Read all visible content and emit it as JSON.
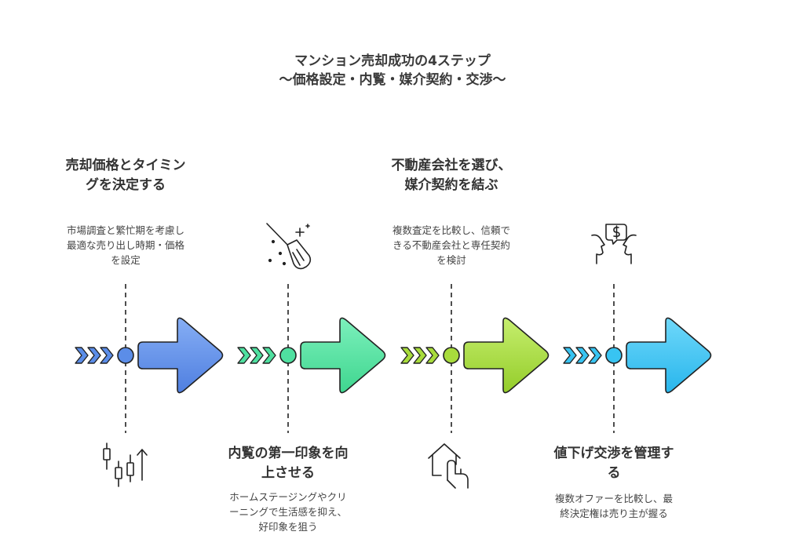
{
  "title": {
    "line1": "マンション売却成功の4ステップ",
    "line2": "〜価格設定・内覧・媒介契約・交渉〜"
  },
  "steps": [
    {
      "title": "売却価格とタイミングを決定する",
      "desc": "市場調査と繁忙期を考慮し最適な売り出し時期・価格を設定",
      "color": "#5b8de8",
      "icon": "candlestick-chart-icon"
    },
    {
      "title": "内覧の第一印象を向上させる",
      "desc": "ホームステージングやクリーニングで生活感を抑え、好印象を狙う",
      "color": "#4fe0a0",
      "icon": "broom-sparkle-icon"
    },
    {
      "title": "不動産会社を選び、媒介契約を結ぶ",
      "desc": "複数査定を比較し、信頼できる不動産会社と専任契約を検討",
      "color": "#a8dc3c",
      "icon": "house-touch-icon"
    },
    {
      "title": "値下げ交渉を管理する",
      "desc": "複数オファーを比較し、最終決定権は売り主が握る",
      "color": "#38c4f2",
      "icon": "negotiation-icon"
    }
  ]
}
